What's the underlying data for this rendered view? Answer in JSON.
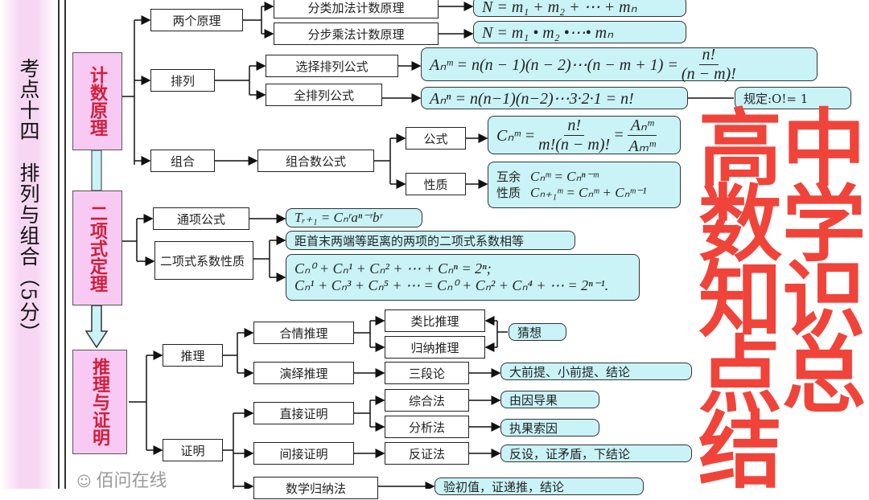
{
  "side_title": "考点十四　排列与组合（5分）",
  "main": {
    "counting": "计数原理",
    "binomial": "二项式定理",
    "reasoning": "推理与证明"
  },
  "counting": {
    "two_principles": "两个原理",
    "add": "分类加法计数原理",
    "mul": "分步乘法计数原理",
    "add_formula": "N = m₁ + m₂ + ⋯ + mₙ",
    "mul_formula": "N = m₁ • m₂ •⋯• mₙ",
    "perm": "排列",
    "select_perm": "选择排列公式",
    "full_perm": "全排列公式",
    "select_formula": "Aₙᵐ = n(n − 1)(n − 2)⋯(n − m + 1) =",
    "select_num": "n!",
    "select_den": "(n − m)!",
    "full_formula": "Aₙⁿ = n(n−1)(n−2)⋯3·2·1 = n!",
    "rule": "规定:O!= 1",
    "comb": "组合",
    "comb_formula_label": "组合数公式",
    "formula": "公式",
    "property": "性质",
    "c_formula": "Cₙᵐ =",
    "c_num": "n!",
    "c_den": "m!(n − m)!",
    "c_eq": "=",
    "c_num2": "Aₙᵐ",
    "c_den2": "Aₘᵐ",
    "prop_label": "互余 性质",
    "prop1": "Cₙᵐ = Cₙⁿ⁻ᵐ",
    "prop2": "Cₙ₊₁ᵐ = Cₙᵐ + Cₙᵐ⁻¹"
  },
  "binomial": {
    "general_term": "通项公式",
    "term_formula": "Tᵣ₊₁ = Cₙʳaⁿ⁻ʳbʳ",
    "symmetric": "距首末两端等距离的两项的二项式系数相等",
    "coef_prop": "二项式系数性质",
    "sum1": "Cₙ⁰ + Cₙ¹ + Cₙ² + ⋯ + Cₙⁿ = 2ⁿ;",
    "sum2": "Cₙ¹ + Cₙ³ + Cₙ⁵ + ⋯ = Cₙ⁰ + Cₙ² + Cₙ⁴ + ⋯ = 2ⁿ⁻¹."
  },
  "reasoning": {
    "infer": "推理",
    "plausible": "合情推理",
    "analogy": "类比推理",
    "induction": "归纳推理",
    "guess": "猜想",
    "deductive": "演绎推理",
    "syllogism": "三段论",
    "syllogism_desc": "大前提、小前提、结论",
    "proof": "证明",
    "direct": "直接证明",
    "synthesis": "综合法",
    "synthesis_desc": "由因导果",
    "analysis": "分析法",
    "analysis_desc": "执果索因",
    "indirect": "间接证明",
    "contradiction": "反证法",
    "contradiction_desc": "反设，证矛盾，下结论",
    "math_induction": "数学归纳法",
    "induction_desc": "验初值，证递推，结论"
  },
  "overlay_title": "高中数学知识点总结",
  "watermark": "佰问在线",
  "colors": {
    "title_red": "#f0443a",
    "pink": "#f8c9f3",
    "cyan": "#c9f3f7"
  }
}
